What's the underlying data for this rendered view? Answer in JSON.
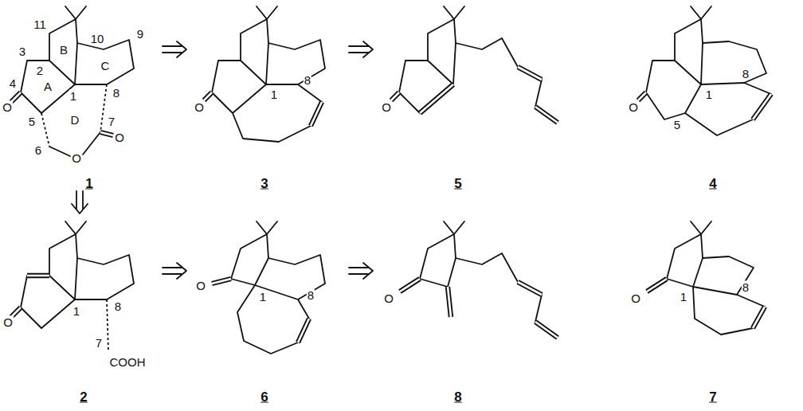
{
  "diagram": {
    "labels": [
      "11",
      "B",
      "10",
      "9",
      "3",
      "2",
      "C",
      "1",
      "A",
      "4",
      "O",
      "5",
      "D",
      "8",
      "7",
      "O",
      "6",
      "O",
      "1",
      "O",
      "1",
      "8",
      "3",
      "O",
      "5",
      "O",
      "1",
      "5",
      "8",
      "4",
      "O",
      "1",
      "8",
      "7",
      "COOH",
      "2",
      "O",
      "1",
      "8",
      "6",
      "O",
      "8",
      "O",
      "1",
      "8",
      "7"
    ]
  }
}
